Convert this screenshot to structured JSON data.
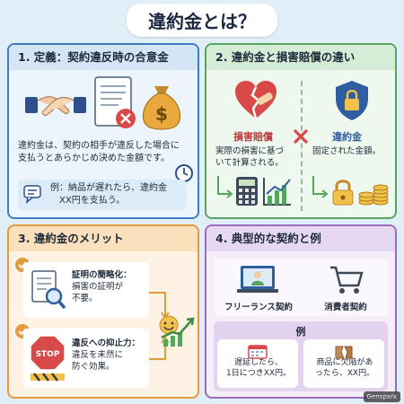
{
  "title": "違約金とは？",
  "panel1": {
    "heading": "1. 定義：契約違反時の合意金",
    "desc_line1": "違約金は、契約の相手が違反した場合に",
    "desc_line2": "支払うとあらかじめ決めた金額です。",
    "example_line1": "例：納品が遅れたら、違約金",
    "example_line2": "XX円を支払う。",
    "money_symbol": "$",
    "icons": [
      "handshake-icon",
      "contract-icon",
      "money-bag-icon",
      "clock-icon",
      "speech-bubble-icon"
    ]
  },
  "panel2": {
    "heading": "2. 違約金と損害賠償の違い",
    "left_label": "損害賠償",
    "left_line1": "実際の損害に基づ",
    "left_line2": "いて計算される。",
    "right_label": "違約金",
    "right_line1": "固定された金額。",
    "icons": [
      "broken-heart-icon",
      "shield-lock-icon",
      "calculator-icon",
      "chart-icon",
      "padlock-icon",
      "coins-icon"
    ]
  },
  "panel3": {
    "heading": "3. 違約金のメリット",
    "m1_line1": "証明の簡略化：",
    "m1_line2": "損害の証明が",
    "m1_line3": "不要。",
    "m2_line1": "違反への抑止力：",
    "m2_line2": "違反を未然に",
    "m2_line3": "防ぐ効果。",
    "stop_text": "STOP",
    "icons": [
      "check-icon",
      "magnifier-document-icon",
      "stop-sign-icon",
      "smile-chart-icon"
    ]
  },
  "panel4": {
    "heading": "4. 典型的な契約と例",
    "left_label": "フリーランス契約",
    "right_label": "消費者契約",
    "example_label": "例",
    "left_ex_line1": "遅延したら、",
    "left_ex_line2": "1日につきXX円。",
    "right_ex_line1": "商品に欠陥があ",
    "right_ex_line2": "ったら、XX円。",
    "icons": [
      "freelancer-icon",
      "shopping-cart-icon",
      "calendar-icon",
      "broken-box-icon"
    ]
  },
  "footer": {
    "badge": "Genspark"
  },
  "colors": {
    "background": "#dfeef7",
    "blue": "#3f7cc1",
    "green": "#58a45e",
    "orange": "#e39a3d",
    "purple": "#9a6cba",
    "red": "#d84a4a"
  }
}
